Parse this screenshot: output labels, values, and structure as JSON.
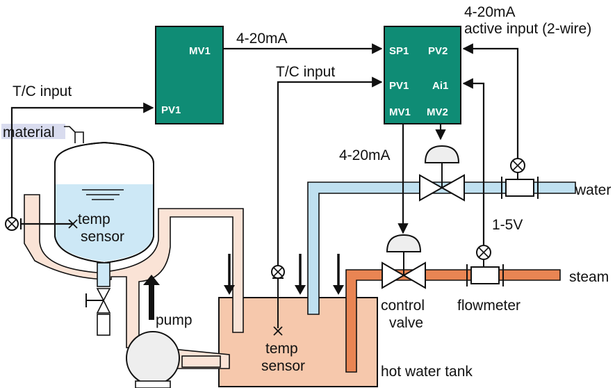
{
  "colors": {
    "controller": "#0f8c75",
    "water_pipe": "#bfe0f0",
    "steam_pipe": "#e98553",
    "hot_water": "#f6c8ac",
    "jacket": "#fae3d6",
    "vessel_liquid": "#cde8f6",
    "material_tag": "#d9dcef"
  },
  "labels": {
    "tc_input_left": "T/C input",
    "tc_input_right": "T/C input",
    "ma_top": "4-20mA",
    "ma_valve": "4-20mA",
    "active_input_1": "4-20mA",
    "active_input_2": "active input (2-wire)",
    "material": "material",
    "temp_sensor_vessel_1": "temp",
    "temp_sensor_vessel_2": "sensor",
    "temp_sensor_tank_1": "temp",
    "temp_sensor_tank_2": "sensor",
    "pump": "pump",
    "water": "water",
    "steam": "steam",
    "v1_5": "1-5V",
    "control_valve_1": "control",
    "control_valve_2": "valve",
    "flowmeter": "flowmeter",
    "hot_water_tank": "hot water tank"
  },
  "controller_left": {
    "mv1": "MV1",
    "pv1": "PV1"
  },
  "controller_right": {
    "sp1": "SP1",
    "pv2": "PV2",
    "pv1": "PV1",
    "ai1": "Ai1",
    "mv1": "MV1",
    "mv2": "MV2"
  }
}
